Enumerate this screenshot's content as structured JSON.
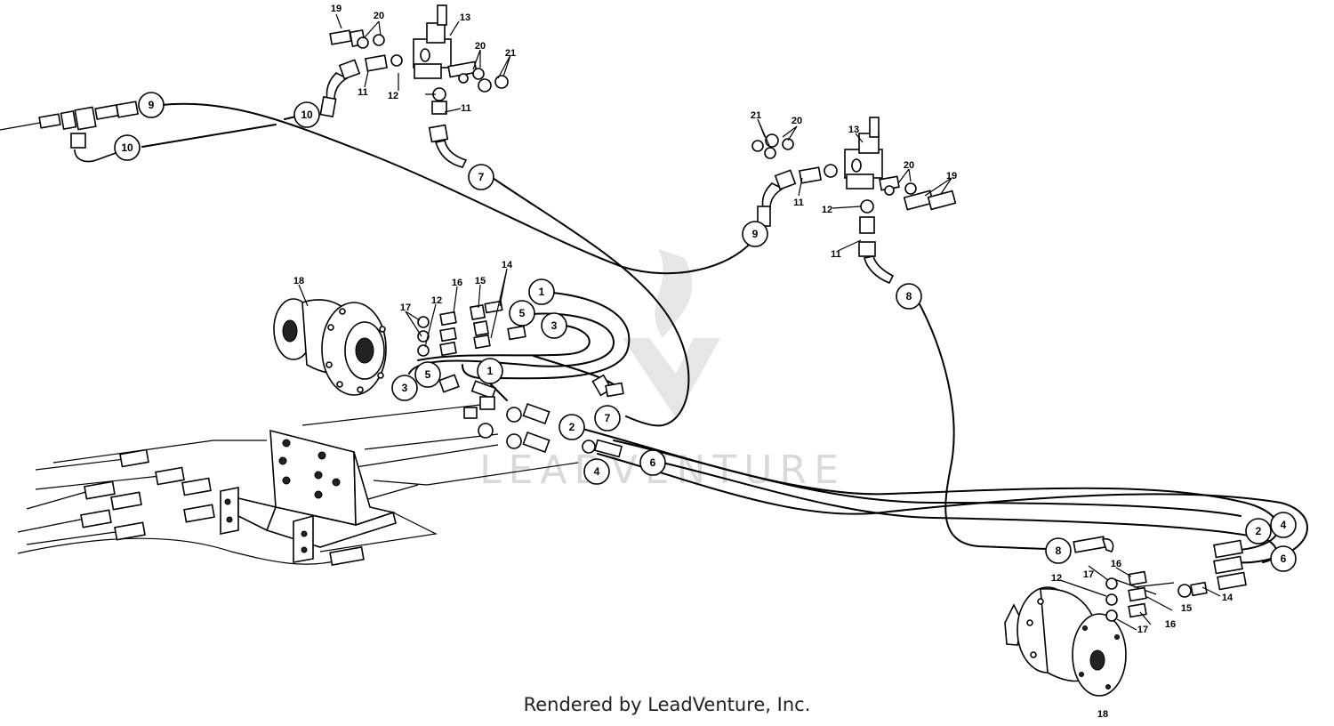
{
  "watermark": "LEADVENTURE",
  "footer": "Rendered by LeadVenture, Inc.",
  "callouts": [
    "9",
    "10",
    "10",
    "7",
    "9",
    "8",
    "1",
    "5",
    "3",
    "5",
    "3",
    "1",
    "2",
    "7",
    "4",
    "6",
    "8",
    "2",
    "4",
    "6"
  ],
  "labels": [
    "19",
    "20",
    "13",
    "20",
    "21",
    "11",
    "12",
    "11",
    "21",
    "20",
    "13",
    "20",
    "19",
    "11",
    "12",
    "11",
    "18",
    "16",
    "15",
    "14",
    "17",
    "12",
    "17",
    "16",
    "12",
    "15",
    "14",
    "17",
    "16",
    "18"
  ]
}
